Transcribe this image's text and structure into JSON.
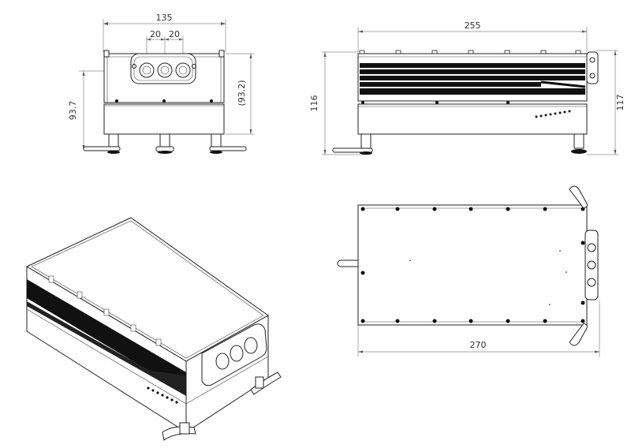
{
  "dimensions": {
    "front_width": "135",
    "port_spacing_left": "20",
    "port_spacing_right": "20",
    "front_height_left": "93.7",
    "front_height_right": "(93.2)",
    "side_length": "255",
    "side_height_left": "116",
    "side_height_right": "117",
    "top_length": "270"
  }
}
